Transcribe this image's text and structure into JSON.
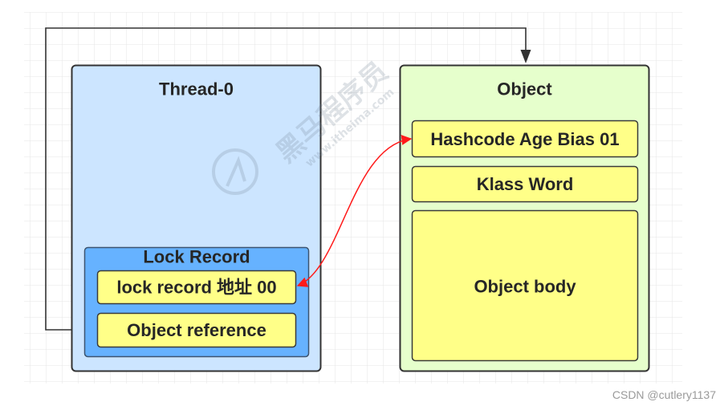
{
  "thread": {
    "title": "Thread-0",
    "lock_record": {
      "title": "Lock Record",
      "fields": [
        {
          "label": "lock record 地址 00"
        },
        {
          "label": "Object reference"
        }
      ]
    }
  },
  "object": {
    "title": "Object",
    "fields": [
      {
        "label": "Hashcode Age Bias 01"
      },
      {
        "label": "Klass Word"
      },
      {
        "label": "Object body"
      }
    ]
  },
  "watermark": {
    "brand": "黑马程序员",
    "site": "www.itheima.com"
  },
  "credit": "CSDN @cutlery1137",
  "colors": {
    "thread_fill": "#cce5ff",
    "lock_record_fill": "#66b2ff",
    "object_fill": "#e6ffcc",
    "field_fill": "#ffff88",
    "pointer_link": "#ff1a1a",
    "grid_line": "#e6e6e6"
  }
}
